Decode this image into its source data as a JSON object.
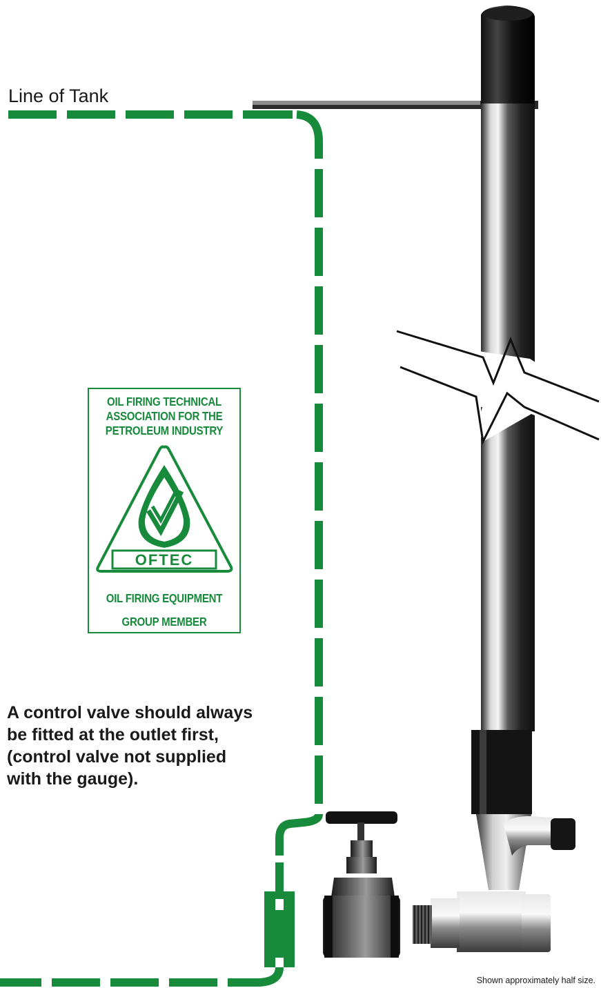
{
  "tank_line_label": "Line of Tank",
  "logo": {
    "header_lines": [
      "OIL FIRING TECHNICAL",
      "ASSOCIATION FOR THE",
      "PETROLEUM INDUSTRY"
    ],
    "wordmark": "OFTEC",
    "footer_lines": [
      "OIL FIRING EQUIPMENT",
      "GROUP MEMBER"
    ],
    "color": "#178a3c"
  },
  "note_lines": [
    "A control valve should always",
    "be fitted at the outlet first,",
    "(control valve not supplied",
    "with the gauge)."
  ],
  "caption": "Shown approximately half size.",
  "colors": {
    "pipe_line": "#178a3c",
    "gauge_dark": "#1a1a1a",
    "metal": "#b8b8b8"
  }
}
